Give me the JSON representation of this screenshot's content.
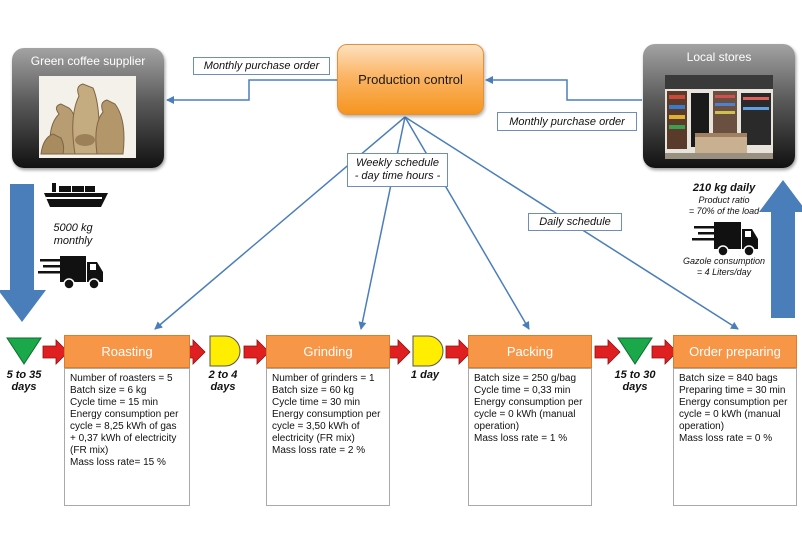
{
  "supplier": {
    "title": "Green coffee supplier",
    "icon": "coffee-sacks-image"
  },
  "stores": {
    "title": "Local stores",
    "icon": "store-interior-image"
  },
  "production_control": {
    "label": "Production control"
  },
  "info_flows": {
    "supplier_order": "Monthly purchase order",
    "customer_order": "Monthly purchase order",
    "weekly_schedule": [
      "Weekly schedule",
      "- day time hours -"
    ],
    "daily_schedule": "Daily schedule"
  },
  "inbound": {
    "quantity": [
      "5000 kg",
      "monthly"
    ],
    "icons": [
      "cargo-ship-icon",
      "delivery-truck-icon"
    ]
  },
  "outbound": {
    "quantity": "210 kg daily",
    "ratio": [
      "Product ratio",
      "= 70% of the load"
    ],
    "gazole": [
      "Gazole consumption",
      "= 4 Liters/day"
    ],
    "icon": "delivery-truck-icon"
  },
  "processes": [
    {
      "name": "Roasting",
      "lines": [
        "Number of roasters = 5",
        "Batch size = 6 kg",
        "Cycle time = 15 min",
        "",
        "Energy consumption per cycle = 8,25 kWh of gas + 0,37 kWh of electricity (FR mix)",
        "",
        "Mass loss rate= 15 %"
      ]
    },
    {
      "name": "Grinding",
      "lines": [
        "Number of grinders = 1",
        "Batch size = 60 kg",
        "Cycle time = 30 min",
        "",
        "Energy consumption per cycle = 3,50 kWh of electricity (FR mix)",
        "",
        "Mass loss rate = 2 %"
      ]
    },
    {
      "name": "Packing",
      "lines": [
        "Batch size = 250 g/bag",
        "Cycle time = 0,33 min",
        "",
        "Energy consumption per cycle = 0 kWh (manual operation)",
        "",
        "Mass loss rate = 1 %"
      ]
    },
    {
      "name": "Order preparing",
      "lines": [
        "Batch size = 840 bags",
        "Preparing time = 30 min",
        "",
        "Energy consumption per cycle = 0 kWh (manual operation)",
        "",
        "Mass loss rate = 0 %"
      ]
    }
  ],
  "inventories": [
    {
      "type": "triangle",
      "label": [
        "5 to 35",
        "days"
      ]
    },
    {
      "type": "buffer",
      "label": [
        "2 to 4",
        "days"
      ]
    },
    {
      "type": "buffer",
      "label": [
        "1 day"
      ]
    },
    {
      "type": "triangle",
      "label": [
        "15 to 30",
        "days"
      ]
    }
  ],
  "colors": {
    "process_orange": "#f79646",
    "control_orange": "#fbb565",
    "flow_blue": "#4a7ebb",
    "push_red": "#e02020",
    "inventory_green": "#1aa84a",
    "buffer_yellow": "#ffee00"
  }
}
